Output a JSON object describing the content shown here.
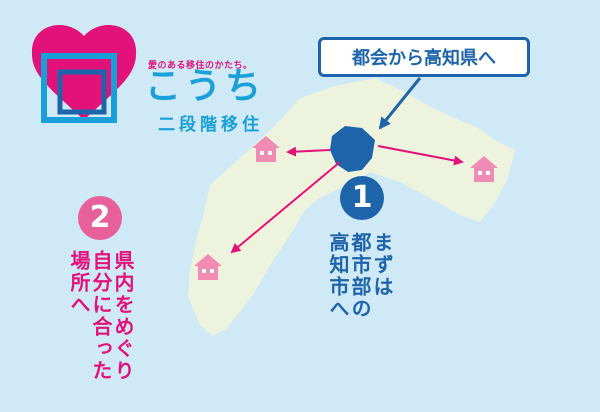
{
  "logo": {
    "tagline": "愛のある移住のかたち。",
    "title": "こうち",
    "subtitle": "二段階移住",
    "colors": {
      "pink": "#e2127a",
      "blue": "#1aa0d8",
      "navy": "#1e64aa"
    }
  },
  "callout": {
    "text": "都会から高知県へ"
  },
  "step1": {
    "number": "1",
    "lines": [
      "まずは",
      "都市部の",
      "高知市へ"
    ]
  },
  "step2": {
    "number": "2",
    "lines": [
      "県内をめぐり",
      "自分に合った",
      "場所へ"
    ]
  },
  "map": {
    "land_color": "#eef3dd",
    "city_color": "#1e64aa",
    "arrow_color": "#e2127a",
    "house_color": "#f08cb4",
    "house_icons": [
      "house-icon-northwest",
      "house-icon-east",
      "house-icon-southwest"
    ]
  }
}
